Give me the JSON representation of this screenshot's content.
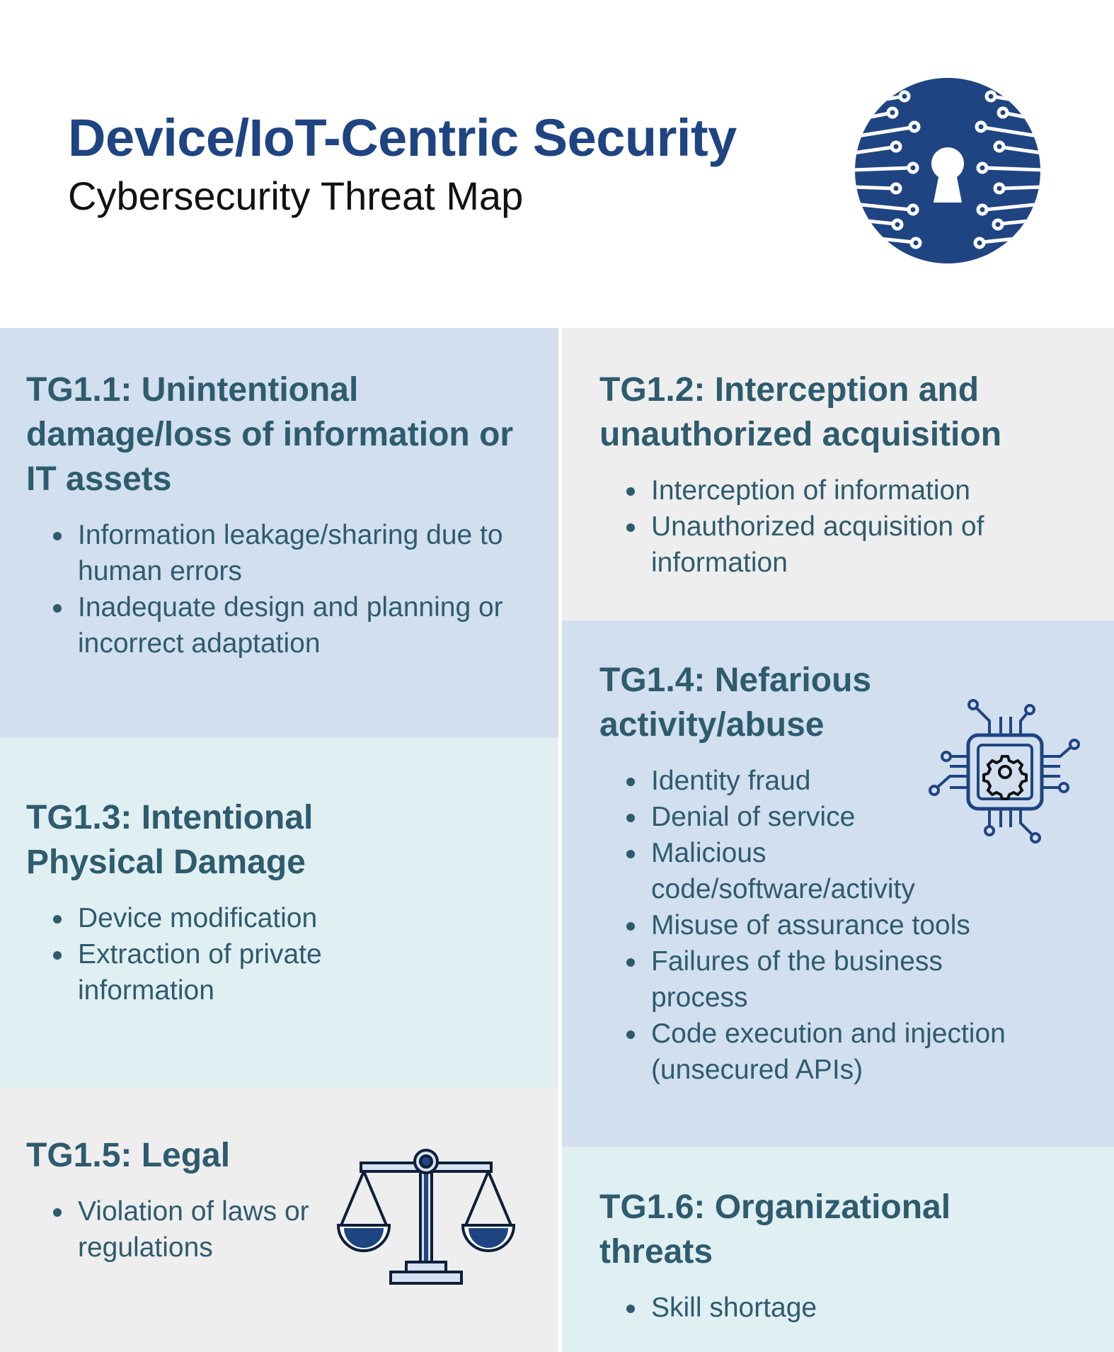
{
  "header": {
    "title": "Device/IoT-Centric Security",
    "subtitle": "Cybersecurity Threat Map",
    "logo_icon": "globe-keyhole-circuit-icon"
  },
  "colors": {
    "title": "#1f4482",
    "text": "#2e5b6e",
    "panel_blue": "#d1dfef",
    "panel_grey": "#eeeeee",
    "panel_teal": "#e0eff2",
    "icon_blue": "#1f4482"
  },
  "threats": [
    {
      "heading": "TG1.1: Unintentional damage/loss of information or IT assets",
      "items": [
        "Information leakage/sharing due to human errors",
        "Inadequate design and planning or incorrect adaptation"
      ]
    },
    {
      "heading": "TG1.2: Interception and unauthorized acquisition",
      "items": [
        "Interception of information",
        "Unauthorized acquisition of information"
      ]
    },
    {
      "heading": "TG1.3: Intentional Physical Damage",
      "items": [
        "Device modification",
        "Extraction of private information"
      ]
    },
    {
      "heading": "TG1.4: Nefarious activity/abuse",
      "items": [
        "Identity fraud",
        "Denial of service",
        "Malicious code/software/activity",
        "Misuse of assurance tools",
        "Failures of the business process",
        "Code execution and injection (unsecured APIs)"
      ],
      "icon": "chip-gear-icon"
    },
    {
      "heading": "TG1.5: Legal",
      "items": [
        "Violation of laws or regulations"
      ],
      "icon": "scales-of-justice-icon"
    },
    {
      "heading": "TG1.6: Organizational threats",
      "items": [
        "Skill shortage"
      ]
    }
  ]
}
